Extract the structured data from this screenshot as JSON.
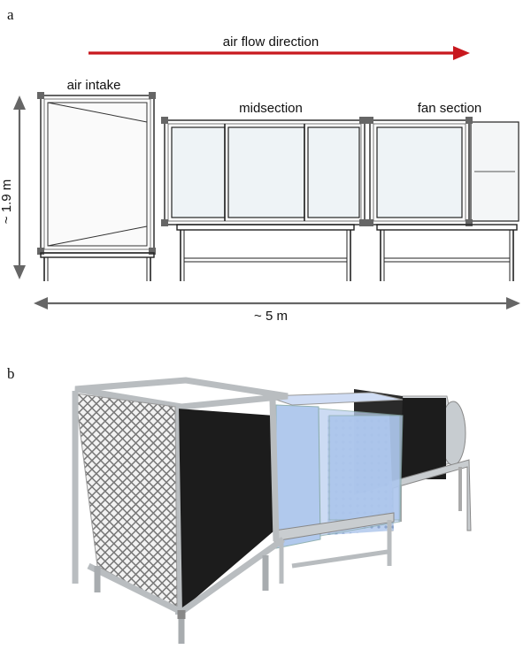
{
  "panel_a": {
    "letter": "a",
    "flow_label": "air flow direction",
    "section_labels": {
      "intake": "air intake",
      "mid": "midsection",
      "fan": "fan section"
    },
    "height_label": "~ 1.9 m",
    "length_label": "~ 5 m"
  },
  "panel_b": {
    "letter": "b"
  },
  "colors": {
    "flow_arrow": "#c8181e",
    "dimension_arrow": "#666666",
    "frame": "#222222",
    "panel_fill": "#eef3f6",
    "aluminum": "#c9cdd0",
    "filter_black": "#1c1c1c",
    "blue_panel": "#a9c4ec"
  }
}
